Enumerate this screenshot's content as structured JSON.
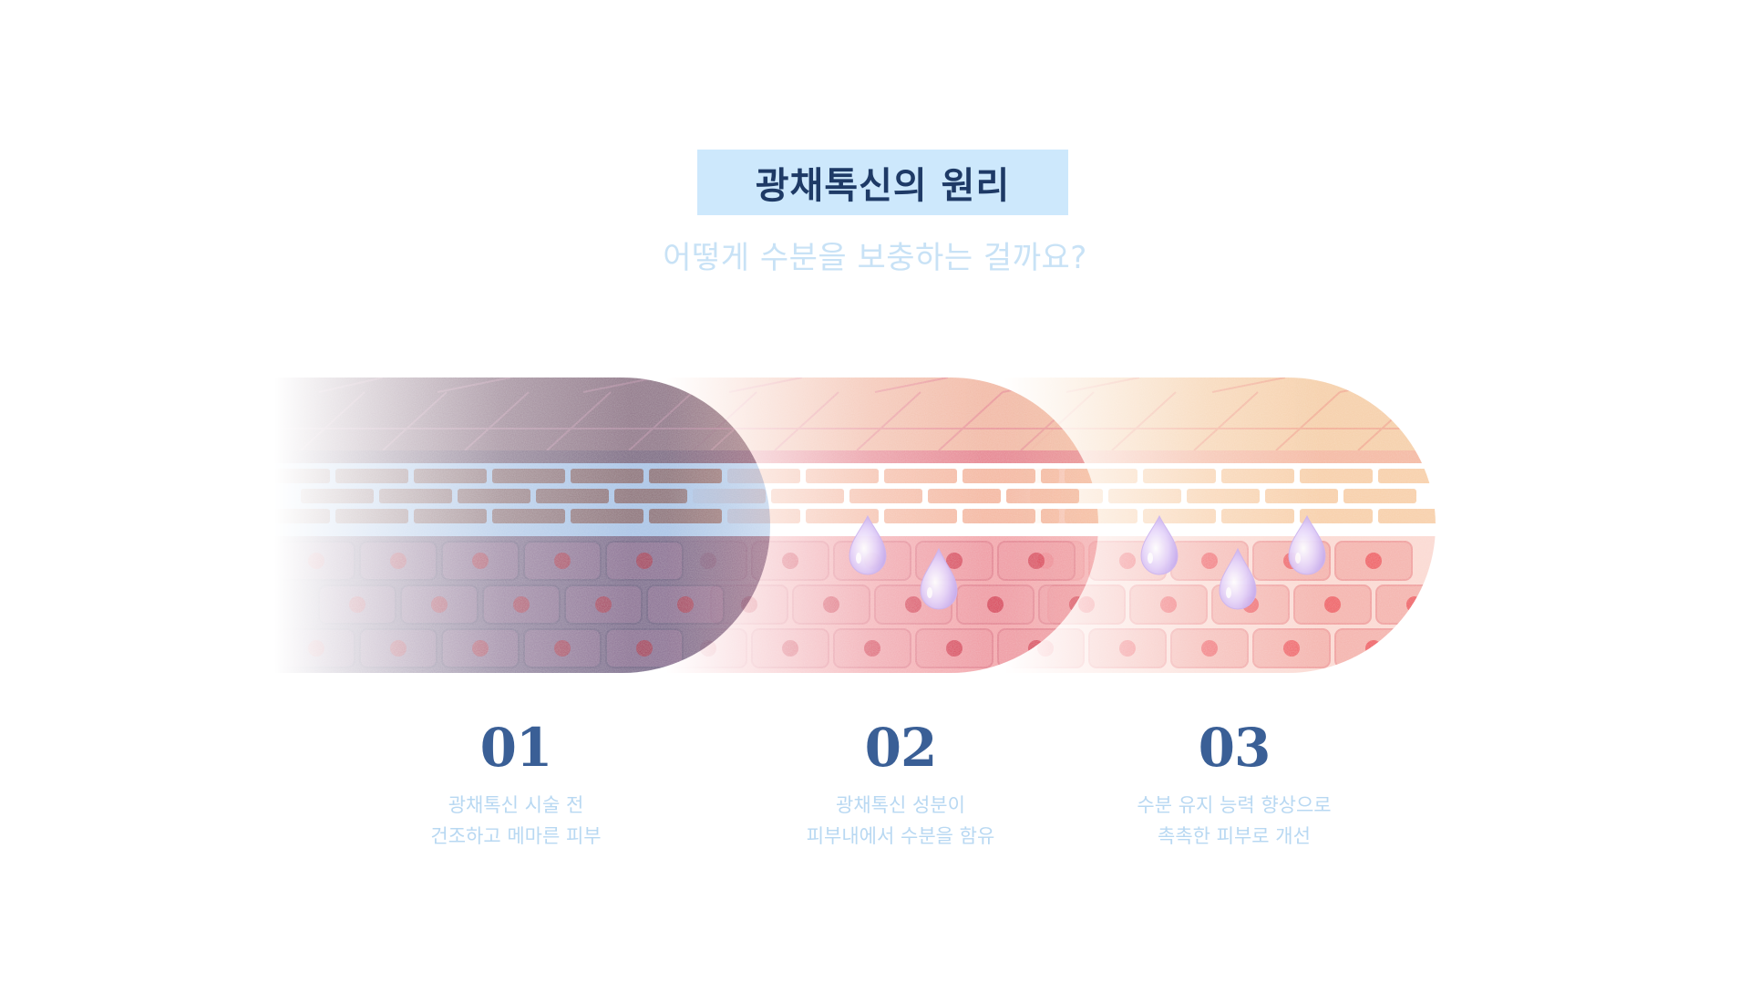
{
  "header": {
    "title": "광채톡신의 원리",
    "subtitle": "어떻게 수분을 보충하는 걸까요?"
  },
  "steps": [
    {
      "number": "01",
      "line1": "광채톡신 시술 전",
      "line2": "건조하고 메마른 피부",
      "skin_tone": "dry"
    },
    {
      "number": "02",
      "line1": "광채톡신 성분이",
      "line2": "피부내에서 수분을 함유",
      "skin_tone": "absorbing"
    },
    {
      "number": "03",
      "line1": "수분 유지 능력 향상으로",
      "line2": "촉촉한 피부로 개선",
      "skin_tone": "hydrated"
    }
  ],
  "colors": {
    "title_bg": "#cde8fc",
    "title_text": "#1e3a66",
    "subtitle_text": "#c8e2f6",
    "number_text": "#3a5f96",
    "desc_text": "#b8d8f2",
    "dry_skin": "#6c5a7e",
    "absorbing_skin": "#ee9aa0",
    "hydrated_skin": "#f5b7a7",
    "water_drop": "#d8c4f2"
  }
}
